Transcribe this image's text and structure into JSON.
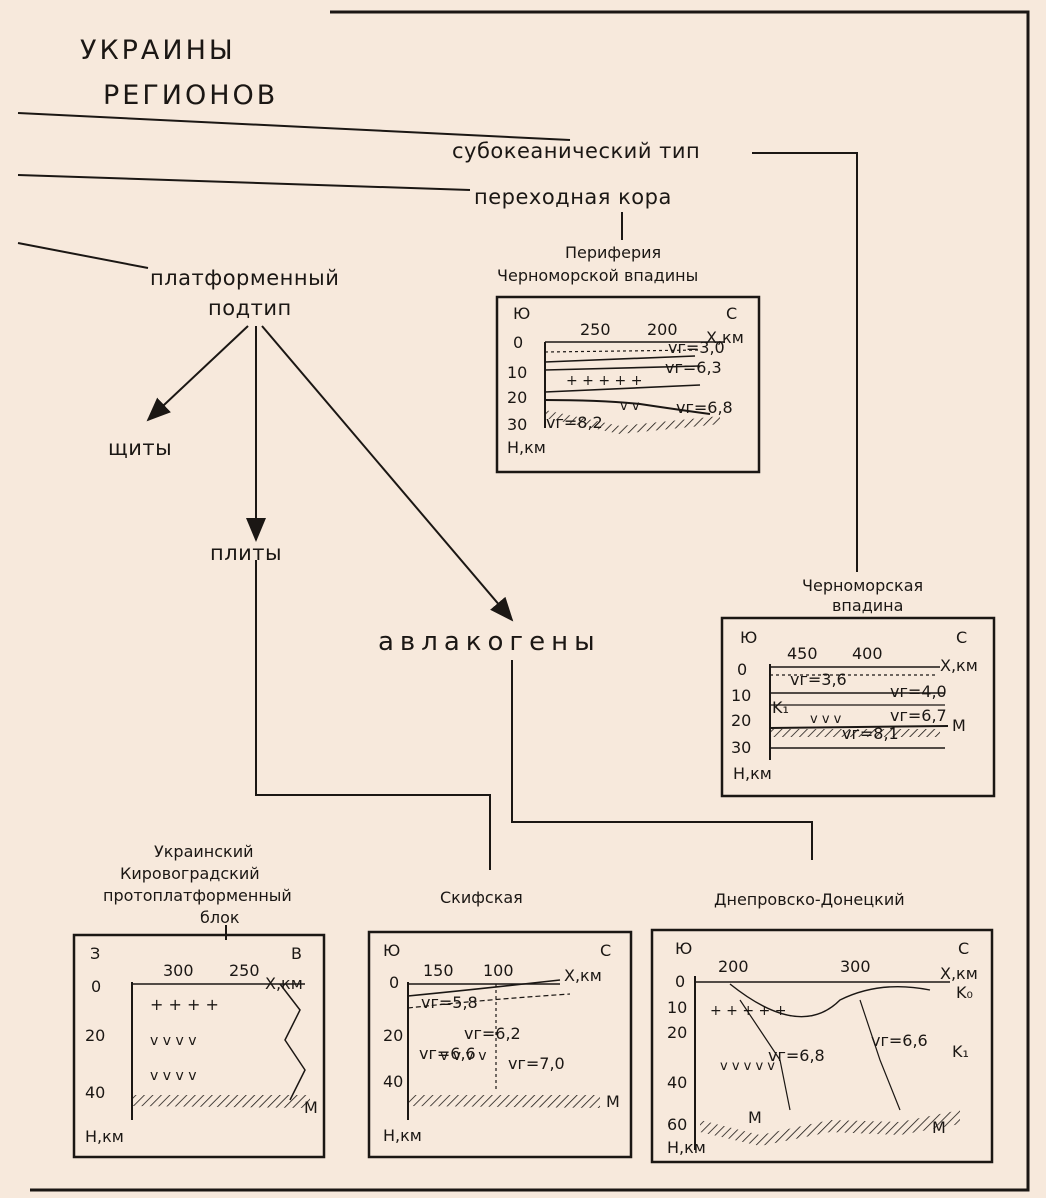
{
  "title": {
    "line1": "УКРАИНЫ",
    "line2": "РЕГИОНОВ"
  },
  "nodes": {
    "subocean": "субокеанический тип",
    "transit": "переходная кора",
    "platform1": "платформенный",
    "platform2": "подтип",
    "shields": "щиты",
    "plates": "плиты",
    "aulacogens": "авлакогены"
  },
  "panels": {
    "periphery": {
      "caption": [
        "Периферия",
        "Черноморской    впадины"
      ],
      "dir_left": "Ю",
      "dir_right": "С",
      "x_ticks": [
        "250",
        "200"
      ],
      "x_label": "X,км",
      "depth_ticks": [
        "0",
        "10",
        "20",
        "30"
      ],
      "h_label": "H,км",
      "velocities": [
        "vг=3,0",
        "vг=6,3",
        "vг=6,8",
        "vг=8,2"
      ]
    },
    "blacksea": {
      "caption": [
        "Черноморская",
        "впадина"
      ],
      "dir_left": "Ю",
      "dir_right": "С",
      "x_ticks": [
        "450",
        "400"
      ],
      "x_label": "X,км",
      "depth_ticks": [
        "0",
        "10",
        "20",
        "30"
      ],
      "h_label": "H,км",
      "velocities": [
        "vг=3,6",
        "vг=4,0",
        "vг=6,7",
        "vг=8,1"
      ],
      "marks": [
        "K₁",
        "M"
      ]
    },
    "ukrainian": {
      "caption": [
        "Украинский",
        "Кировоградский",
        "протоплатформенный",
        "блок"
      ],
      "dir_left": "З",
      "dir_right": "В",
      "x_ticks": [
        "300",
        "250"
      ],
      "x_label": "X,км",
      "depth_ticks": [
        "0",
        "20",
        "40"
      ],
      "h_label": "H,км",
      "marks": [
        "M"
      ]
    },
    "scythian": {
      "caption": [
        "Скифская"
      ],
      "dir_left": "Ю",
      "dir_right": "С",
      "x_ticks": [
        "150",
        "100"
      ],
      "x_label": "X,км",
      "depth_ticks": [
        "0",
        "20",
        "40"
      ],
      "h_label": "H,км",
      "velocities": [
        "vг=5,8",
        "vг=6,2",
        "vг=6,6",
        "vг=7,0"
      ],
      "marks": [
        "M"
      ]
    },
    "dnieper": {
      "caption": [
        "Днепровско-Донецкий"
      ],
      "dir_left": "Ю",
      "dir_right": "С",
      "x_ticks": [
        "200",
        "300"
      ],
      "x_label": "X,км",
      "depth_ticks": [
        "0",
        "10",
        "20",
        "40",
        "60"
      ],
      "h_label": "H,км",
      "velocities": [
        "vг=6,8",
        "vг=6,6"
      ],
      "marks": [
        "K₀",
        "K₁",
        "M",
        "M"
      ]
    }
  }
}
